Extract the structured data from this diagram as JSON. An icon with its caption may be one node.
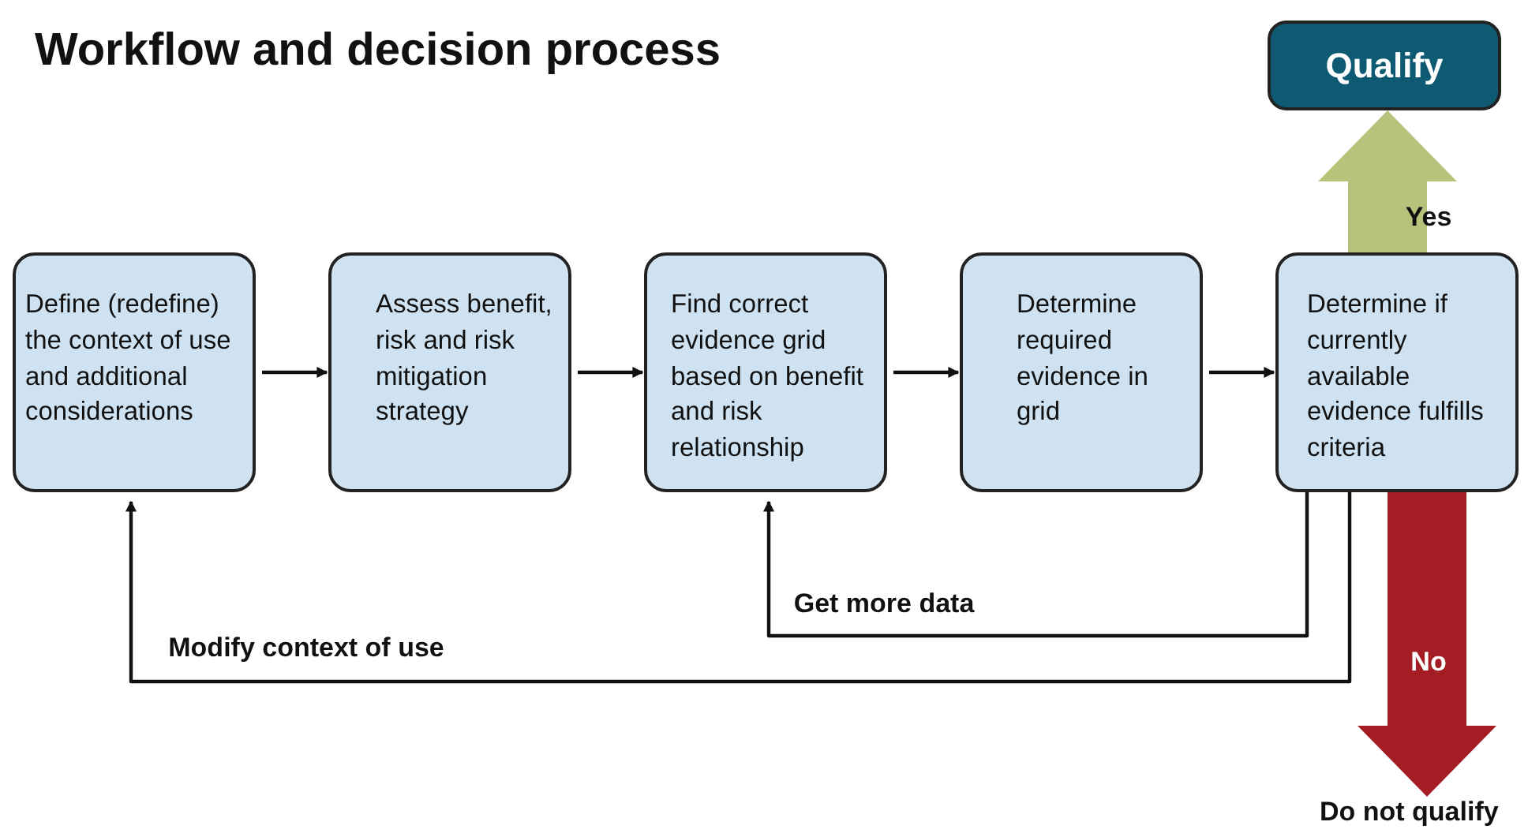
{
  "diagram": {
    "title": "Workflow and decision process",
    "nodes": [
      {
        "text": [
          "Define (redefine) the context of use and additional considerations"
        ]
      },
      {
        "text": [
          "Assess benefit, risk and risk mitigation strategy"
        ]
      },
      {
        "text": [
          "Find correct evidence grid based on benefit and risk relationship"
        ]
      },
      {
        "text": [
          "Determine required evidence in grid"
        ]
      },
      {
        "text": [
          "Determine if currently available evidence fulfills criteria"
        ]
      },
      {
        "text": [
          "Qualify"
        ]
      },
      {
        "text": [
          "Do not qualify"
        ]
      }
    ],
    "edges": [
      {
        "from": 0,
        "to": 1,
        "arrow": "to"
      },
      {
        "from": 1,
        "to": 2,
        "arrow": "to"
      },
      {
        "from": 2,
        "to": 3,
        "arrow": "to"
      },
      {
        "from": 3,
        "to": 4,
        "arrow": "to"
      },
      {
        "from": 4,
        "to": 2,
        "arrow": "to",
        "label": "Get more data"
      },
      {
        "from": 4,
        "to": 0,
        "arrow": "to",
        "label": "Modify context of use"
      },
      {
        "from": 4,
        "to": 5,
        "arrow": "to",
        "label": "Yes",
        "style": "thick",
        "color": "#b8c27a"
      },
      {
        "from": 4,
        "to": 6,
        "arrow": "to",
        "label": "No",
        "style": "thick",
        "color": "#a51d24"
      }
    ]
  }
}
